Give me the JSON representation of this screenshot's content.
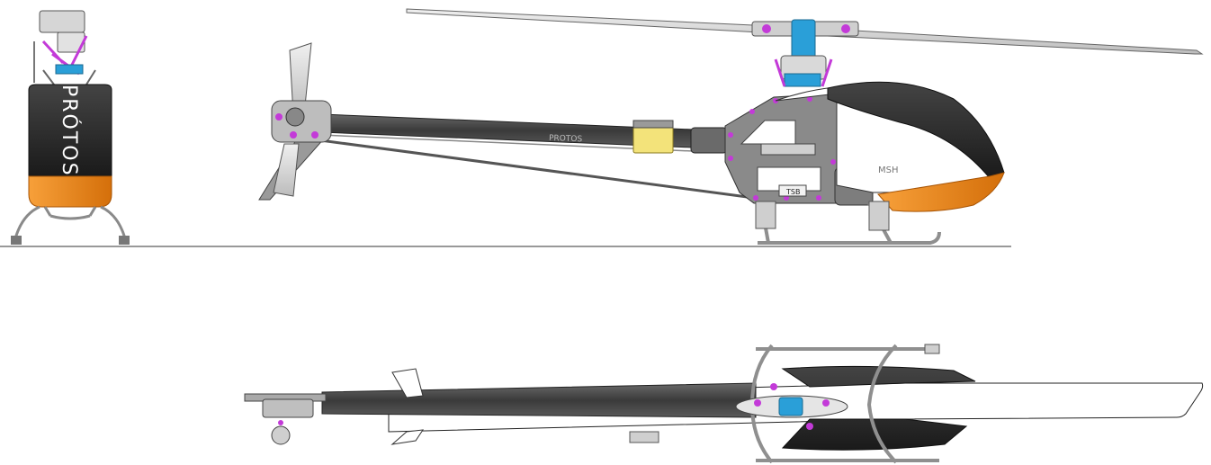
{
  "branding": {
    "brand_wordmark": "PRÓTOS",
    "canopy_mark": "MSH",
    "boom_decal": "PROTOS",
    "frame_label": "TSB"
  },
  "colors": {
    "background": "#ffffff",
    "canopy_black": "#2b2b2b",
    "canopy_orange": "#f08c1e",
    "frame_gray": "#7a7a7a",
    "boom_dark": "#3c3c3c",
    "anodized_blue": "#2a9fd8",
    "anodized_purple": "#c33ad8",
    "servo_yellow": "#f3e37a",
    "line": "#333333"
  },
  "views": {
    "front": "front-view",
    "side": "side-view",
    "top": "top-view"
  }
}
